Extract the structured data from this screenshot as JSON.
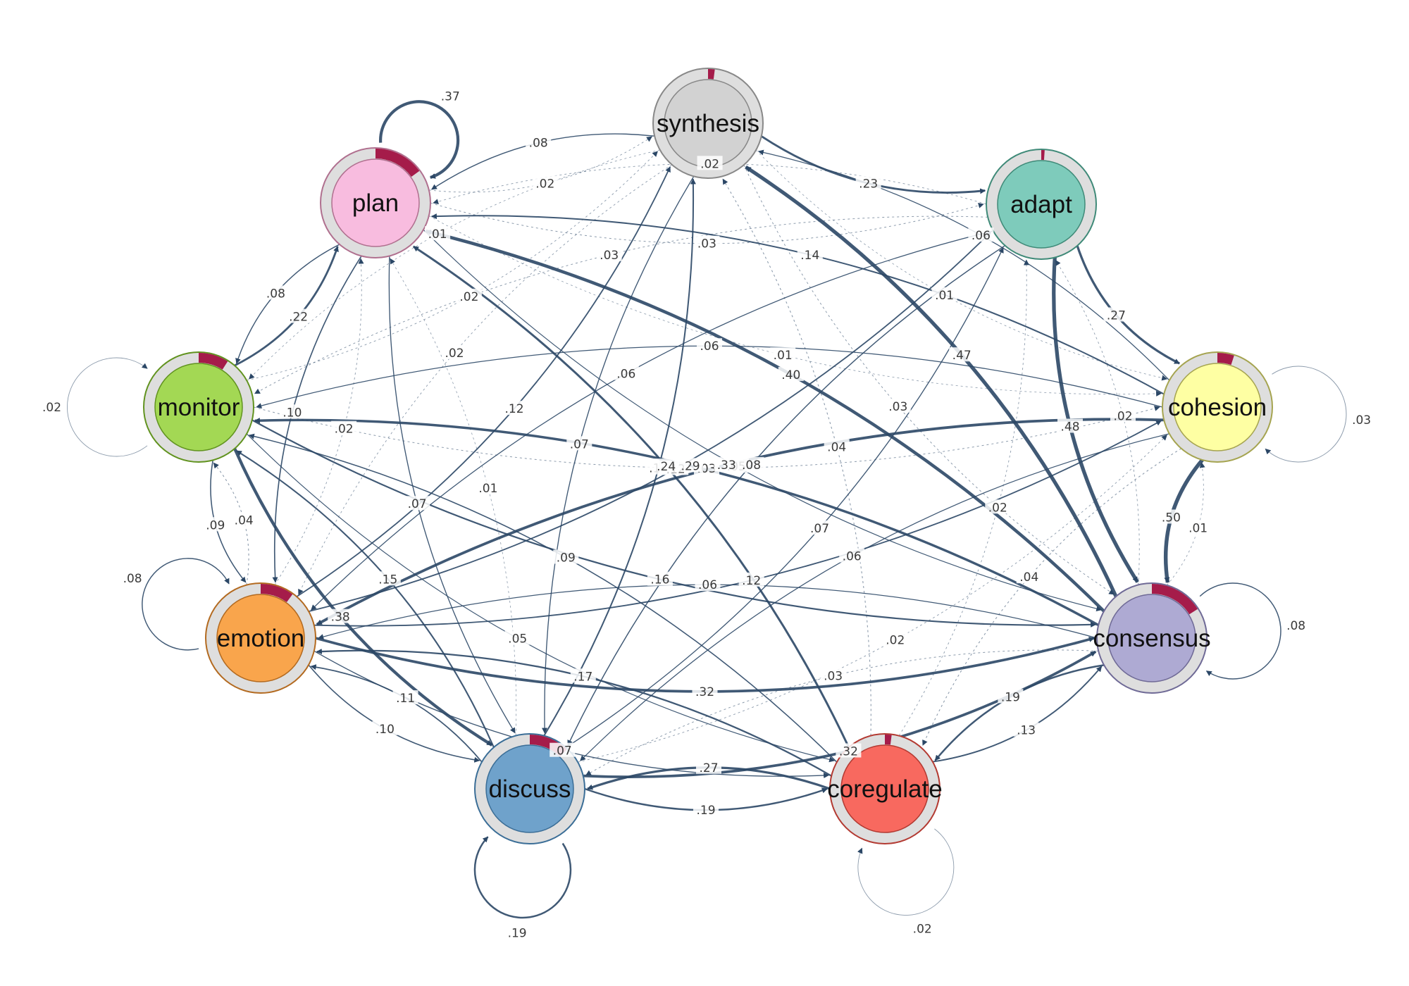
{
  "diagram": {
    "type": "transition-network",
    "edge_color": "#2b4766",
    "pie_color": "#a51c4a",
    "ring_color": "#dedede",
    "nodes": [
      {
        "id": "synthesis",
        "label": "synthesis",
        "color": "#d2d2d2",
        "border": "#888888",
        "pie": 0.02
      },
      {
        "id": "adapt",
        "label": "adapt",
        "color": "#7ecbbb",
        "border": "#3f8a78",
        "pie": 0.01
      },
      {
        "id": "cohesion",
        "label": "cohesion",
        "color": "#feffa3",
        "border": "#a5a450",
        "pie": 0.05
      },
      {
        "id": "consensus",
        "label": "consensus",
        "color": "#aeaad3",
        "border": "#6f6a96",
        "pie": 0.16
      },
      {
        "id": "coregulate",
        "label": "coregulate",
        "color": "#f8695f",
        "border": "#b33a32",
        "pie": 0.02
      },
      {
        "id": "discuss",
        "label": "discuss",
        "color": "#6fa2cb",
        "border": "#3b6e97",
        "pie": 0.12
      },
      {
        "id": "emotion",
        "label": "emotion",
        "color": "#f9a54c",
        "border": "#b36a20",
        "pie": 0.1
      },
      {
        "id": "monitor",
        "label": "monitor",
        "color": "#a3d854",
        "border": "#61931f",
        "pie": 0.09
      },
      {
        "id": "plan",
        "label": "plan",
        "color": "#f8bcdf",
        "border": "#b0708f",
        "pie": 0.15
      }
    ],
    "self_loops": [
      {
        "node": "plan",
        "weight": 0.37,
        "label": ".37"
      },
      {
        "node": "monitor",
        "weight": 0.02,
        "label": ".02"
      },
      {
        "node": "emotion",
        "weight": 0.08,
        "label": ".08"
      },
      {
        "node": "discuss",
        "weight": 0.19,
        "label": ".19"
      },
      {
        "node": "coregulate",
        "weight": 0.02,
        "label": ".02"
      },
      {
        "node": "consensus",
        "weight": 0.08,
        "label": ".08"
      },
      {
        "node": "cohesion",
        "weight": 0.03,
        "label": ".03"
      }
    ],
    "edges": [
      {
        "from": "synthesis",
        "to": "adapt",
        "weight": 0.23,
        "label": ".23"
      },
      {
        "from": "synthesis",
        "to": "plan",
        "weight": 0.08,
        "label": ".08"
      },
      {
        "from": "adapt",
        "to": "plan",
        "weight": 0.02,
        "label": ".02"
      },
      {
        "from": "synthesis",
        "to": "discuss",
        "weight": 0.07,
        "label": ".07"
      },
      {
        "from": "discuss",
        "to": "synthesis",
        "weight": 0.14,
        "label": ".14"
      },
      {
        "from": "consensus",
        "to": "synthesis",
        "weight": 0.47,
        "label": ".47"
      },
      {
        "from": "coregulate",
        "to": "synthesis",
        "weight": 0.04,
        "label": ".04"
      },
      {
        "from": "adapt",
        "to": "cohesion",
        "weight": 0.27,
        "label": ".27"
      },
      {
        "from": "adapt",
        "to": "consensus",
        "weight": 0.48,
        "label": ".48"
      },
      {
        "from": "emotion",
        "to": "adapt",
        "weight": 0.12,
        "label": ".12"
      },
      {
        "from": "discuss",
        "to": "adapt",
        "weight": 0.07,
        "label": ".07"
      },
      {
        "from": "coregulate",
        "to": "adapt",
        "weight": 0.02,
        "label": ".02"
      },
      {
        "from": "consensus",
        "to": "plan",
        "weight": 0.4,
        "label": ".40"
      },
      {
        "from": "plan",
        "to": "consensus",
        "weight": 0.05,
        "label": ".05"
      },
      {
        "from": "coregulate",
        "to": "plan",
        "weight": 0.24,
        "label": ".24"
      },
      {
        "from": "discuss",
        "to": "plan",
        "weight": 0.01,
        "label": ".01"
      },
      {
        "from": "plan",
        "to": "discuss",
        "weight": 0.07,
        "label": ".07"
      },
      {
        "from": "plan",
        "to": "monitor",
        "weight": 0.08,
        "label": ".08"
      },
      {
        "from": "monitor",
        "to": "plan",
        "weight": 0.22,
        "label": ".22"
      },
      {
        "from": "plan",
        "to": "emotion",
        "weight": 0.1,
        "label": ".10"
      },
      {
        "from": "emotion",
        "to": "plan",
        "weight": 0.02,
        "label": ".02"
      },
      {
        "from": "cohesion",
        "to": "plan",
        "weight": 0.14,
        "label": ".14"
      },
      {
        "from": "plan",
        "to": "cohesion",
        "weight": 0.01,
        "label": ".01"
      },
      {
        "from": "cohesion",
        "to": "monitor",
        "weight": 0.06,
        "label": ".06"
      },
      {
        "from": "monitor",
        "to": "cohesion",
        "weight": 0.03,
        "label": ".03"
      },
      {
        "from": "cohesion",
        "to": "emotion",
        "weight": 0.33,
        "label": ".33"
      },
      {
        "from": "emotion",
        "to": "cohesion",
        "weight": 0.12,
        "label": ".12"
      },
      {
        "from": "cohesion",
        "to": "consensus",
        "weight": 0.5,
        "label": ".50"
      },
      {
        "from": "consensus",
        "to": "cohesion",
        "weight": 0.01,
        "label": ".01"
      },
      {
        "from": "cohesion",
        "to": "discuss",
        "weight": 0.06,
        "label": ".06"
      },
      {
        "from": "cohesion",
        "to": "coregulate",
        "weight": 0.04,
        "label": ".04"
      },
      {
        "from": "monitor",
        "to": "consensus",
        "weight": 0.16,
        "label": ".16"
      },
      {
        "from": "consensus",
        "to": "monitor",
        "weight": 0.29,
        "label": ".29"
      },
      {
        "from": "monitor",
        "to": "emotion",
        "weight": 0.09,
        "label": ".09"
      },
      {
        "from": "emotion",
        "to": "monitor",
        "weight": 0.04,
        "label": ".04"
      },
      {
        "from": "monitor",
        "to": "discuss",
        "weight": 0.38,
        "label": ".38"
      },
      {
        "from": "discuss",
        "to": "monitor",
        "weight": 0.15,
        "label": ".15"
      },
      {
        "from": "monitor",
        "to": "coregulate",
        "weight": 0.05,
        "label": ".05"
      },
      {
        "from": "coregulate",
        "to": "monitor",
        "weight": 0.09,
        "label": ".09"
      },
      {
        "from": "emotion",
        "to": "consensus",
        "weight": 0.32,
        "label": ".32"
      },
      {
        "from": "consensus",
        "to": "emotion",
        "weight": 0.06,
        "label": ".06"
      },
      {
        "from": "emotion",
        "to": "discuss",
        "weight": 0.1,
        "label": ".10"
      },
      {
        "from": "discuss",
        "to": "emotion",
        "weight": 0.11,
        "label": ".11"
      },
      {
        "from": "emotion",
        "to": "coregulate",
        "weight": 0.07,
        "label": ".07"
      },
      {
        "from": "coregulate",
        "to": "emotion",
        "weight": 0.17,
        "label": ".17"
      },
      {
        "from": "discuss",
        "to": "consensus",
        "weight": 0.32,
        "label": ".32"
      },
      {
        "from": "consensus",
        "to": "discuss",
        "weight": 0.03,
        "label": ".03"
      },
      {
        "from": "discuss",
        "to": "coregulate",
        "weight": 0.19,
        "label": ".19"
      },
      {
        "from": "coregulate",
        "to": "discuss",
        "weight": 0.27,
        "label": ".27"
      },
      {
        "from": "coregulate",
        "to": "consensus",
        "weight": 0.13,
        "label": ".13"
      },
      {
        "from": "consensus",
        "to": "coregulate",
        "weight": 0.19,
        "label": ".19"
      },
      {
        "from": "synthesis",
        "to": "cohesion",
        "weight": 0.01,
        "label": ".01"
      },
      {
        "from": "synthesis",
        "to": "monitor",
        "weight": 0.01,
        "label": ".01"
      },
      {
        "from": "adapt",
        "to": "monitor",
        "weight": 0.03,
        "label": ".03"
      },
      {
        "from": "discuss",
        "to": "cohesion",
        "weight": 0.02,
        "label": ".02"
      },
      {
        "from": "monitor",
        "to": "synthesis",
        "weight": 0.02,
        "label": ".02"
      },
      {
        "from": "synthesis",
        "to": "consensus",
        "weight": 0.03,
        "label": ".03"
      },
      {
        "from": "synthesis",
        "to": "emotion",
        "weight": 0.02,
        "label": ".02"
      },
      {
        "from": "adapt",
        "to": "discuss",
        "weight": 0.08,
        "label": ".08"
      },
      {
        "from": "adapt",
        "to": "emotion",
        "weight": 0.06,
        "label": ".06"
      },
      {
        "from": "plan",
        "to": "synthesis",
        "weight": 0.02,
        "label": ".02"
      },
      {
        "from": "plan",
        "to": "adapt",
        "weight": 0.03,
        "label": ".03"
      },
      {
        "from": "consensus",
        "to": "adapt",
        "weight": 0.02,
        "label": ".02"
      },
      {
        "from": "cohesion",
        "to": "synthesis",
        "weight": 0.06,
        "label": ".06"
      },
      {
        "from": "emotion",
        "to": "synthesis",
        "weight": 0.12,
        "label": ".12"
      }
    ]
  }
}
